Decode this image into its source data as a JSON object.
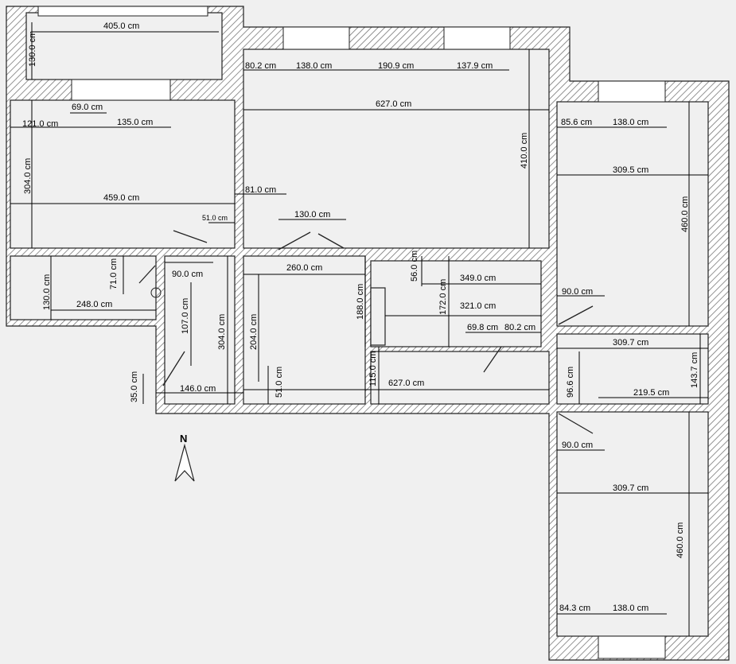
{
  "compass": {
    "label": "N"
  },
  "dimensions": {
    "top_left_width": "405.0 cm",
    "top_left_height": "130.0 cm",
    "top_d1": "80.2 cm",
    "top_d2": "138.0 cm",
    "top_d3": "190.9 cm",
    "top_d4": "137.9 cm",
    "big_room_width": "627.0 cm",
    "big_room_height": "410.0 cm",
    "left_69": "69.0 cm",
    "left_121": "121.0 cm",
    "left_135": "135.0 cm",
    "left_height_304": "304.0 cm",
    "left_width_459": "459.0 cm",
    "d_81": "81.0 cm",
    "d_51": "51.0 cm",
    "d_130_door": "130.0 cm",
    "right_85": "85.6 cm",
    "right_138": "138.0 cm",
    "right_width_309_5": "309.5 cm",
    "right_height_460": "460.0 cm",
    "d_71": "71.0 cm",
    "d_90_a": "90.0 cm",
    "d_130_left": "130.0 cm",
    "d_248": "248.0 cm",
    "d_107": "107.0 cm",
    "d_304_corr": "304.0 cm",
    "d_260": "260.0 cm",
    "d_204": "204.0 cm",
    "d_188": "188.0 cm",
    "d_56": "56.0 cm",
    "d_172": "172.0 cm",
    "d_349": "349.0 cm",
    "d_321": "321.0 cm",
    "d_69_8": "69.8 cm",
    "d_80_2b": "80.2 cm",
    "d_90_b": "90.0 cm",
    "d_146": "146.0 cm",
    "d_35": "35.0 cm",
    "d_51_b": "51.0 cm",
    "d_115": "115.0 cm",
    "d_627_b": "627.0 cm",
    "d_309_7a": "309.7 cm",
    "d_96_6": "96.6 cm",
    "d_219_5": "219.5 cm",
    "d_143_7": "143.7 cm",
    "d_90_c": "90.0 cm",
    "d_309_7b": "309.7 cm",
    "d_460_b": "460.0 cm",
    "d_84_3": "84.3 cm",
    "d_138_b": "138.0 cm"
  }
}
